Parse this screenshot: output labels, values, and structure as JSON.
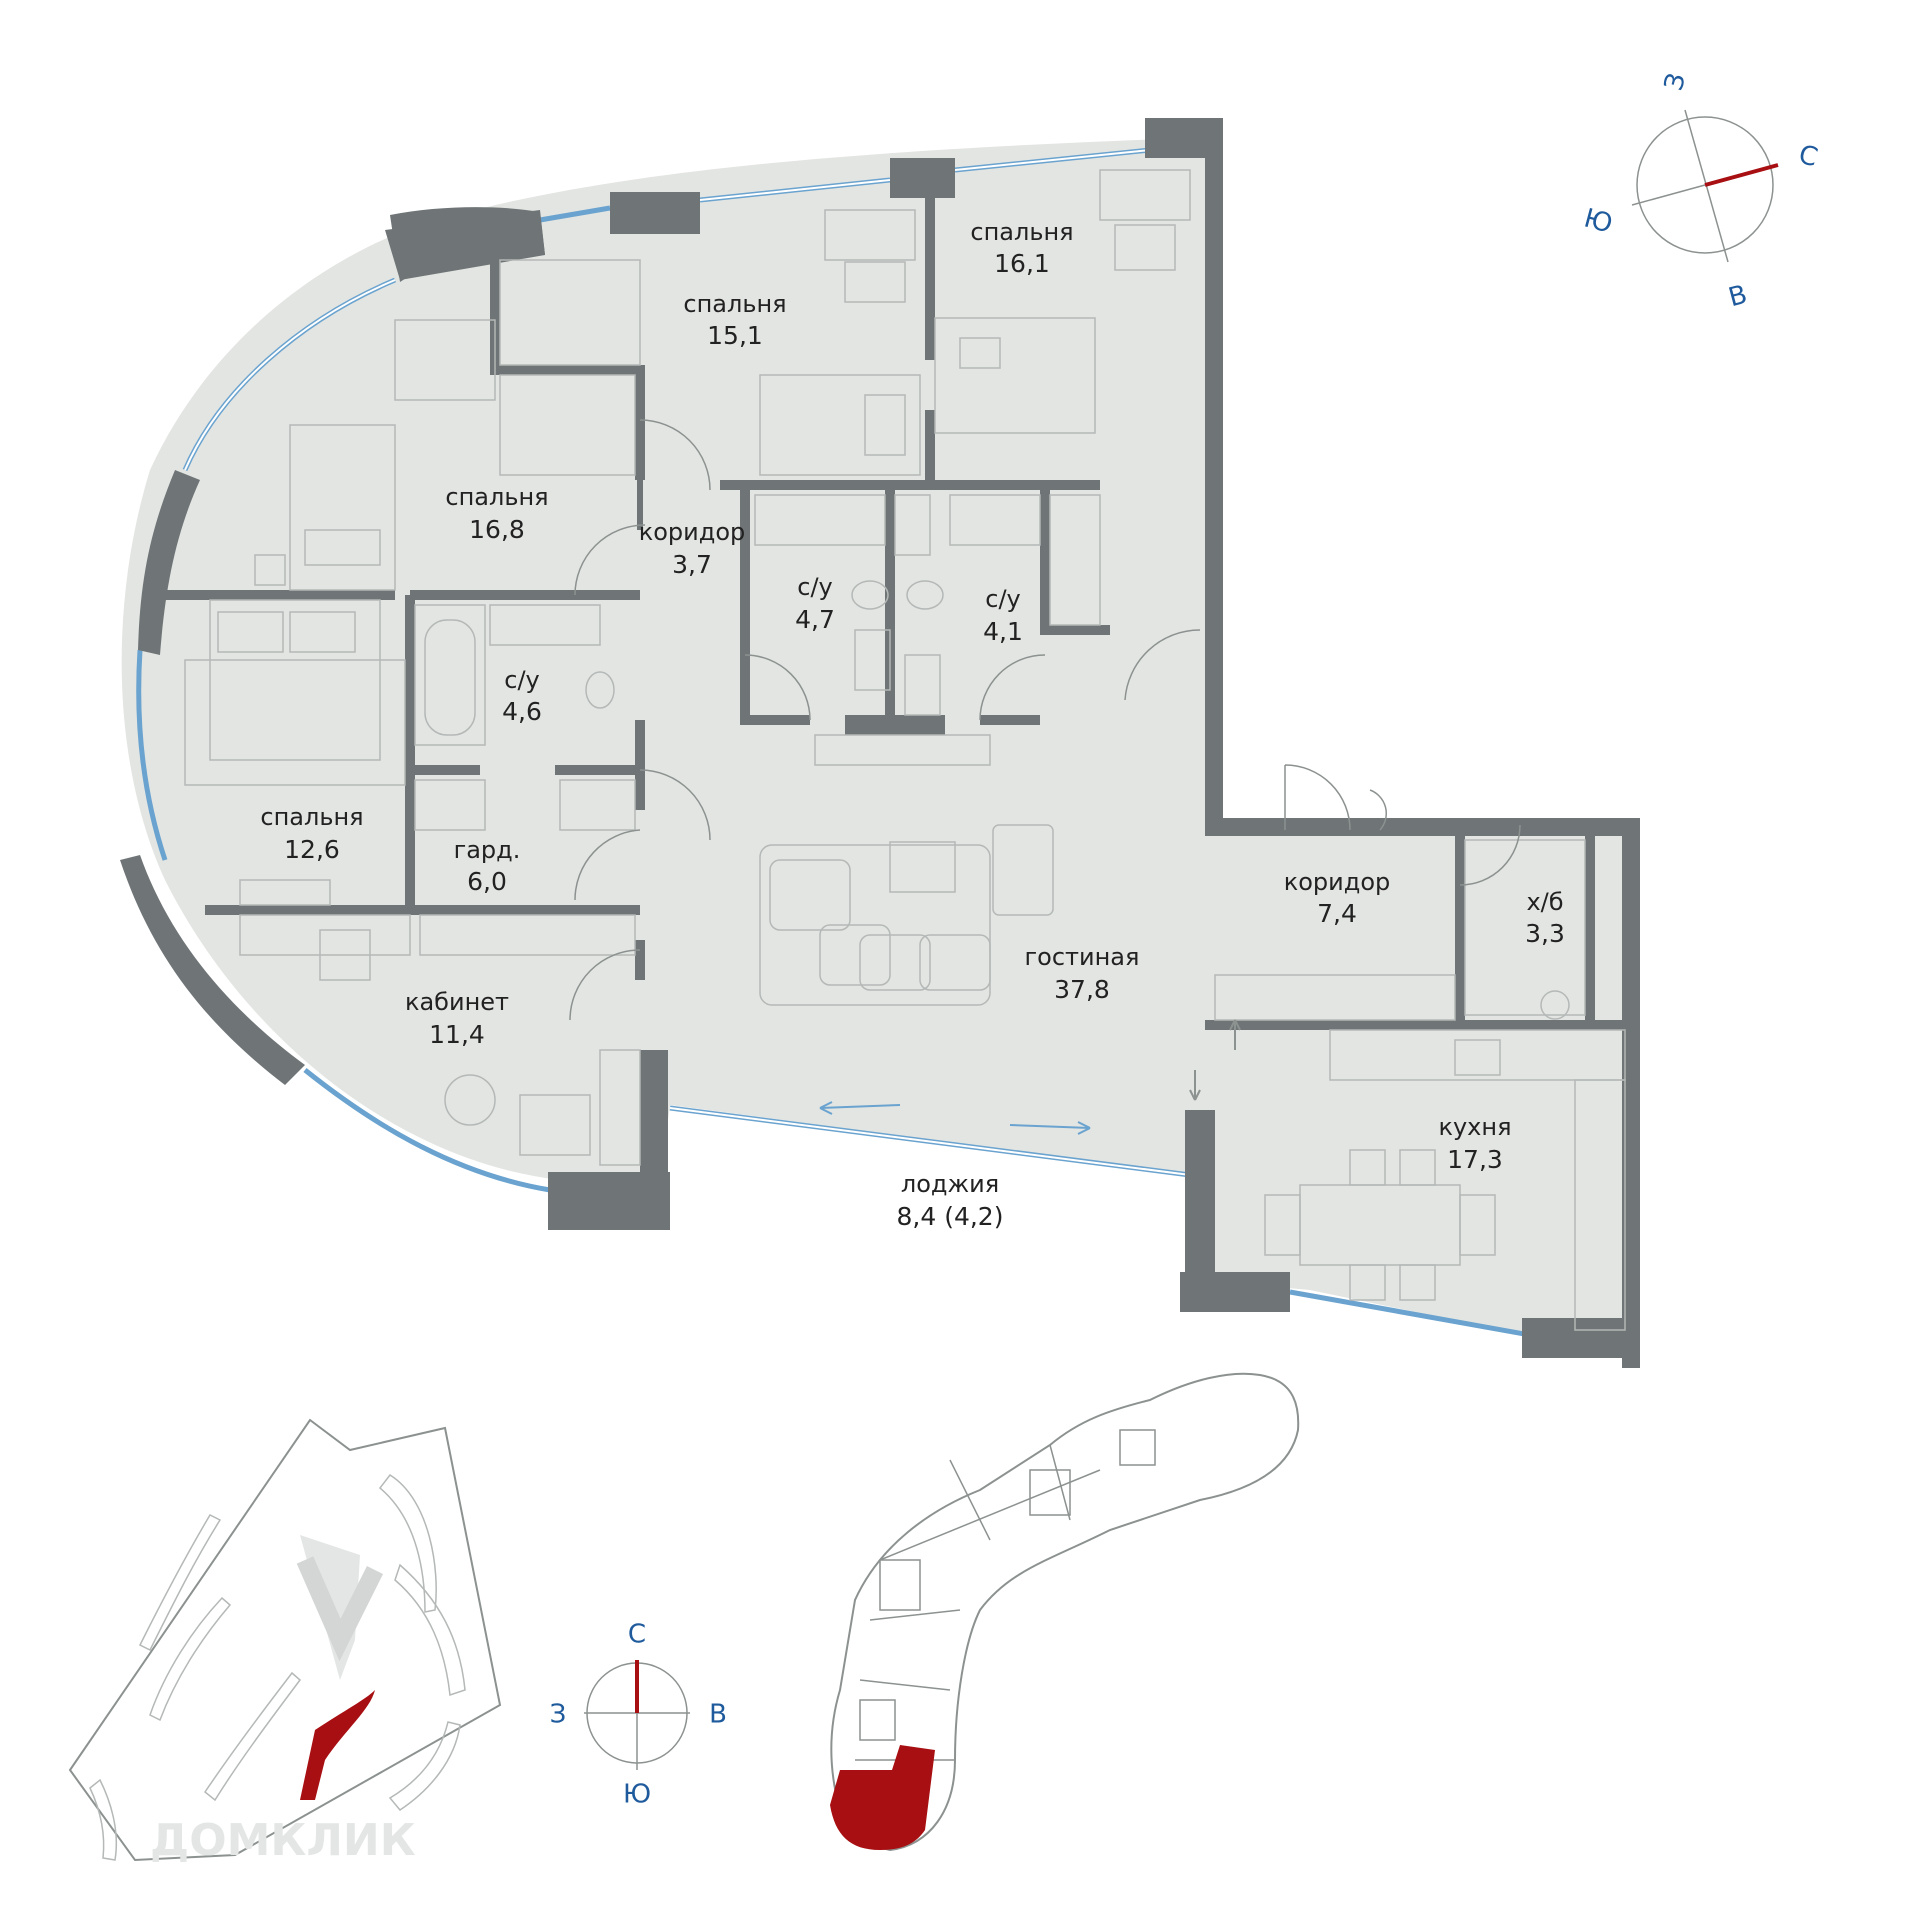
{
  "rooms": [
    {
      "id": "bedroom-16-1",
      "name": "спальня",
      "area": "16,1"
    },
    {
      "id": "bedroom-15-1",
      "name": "спальня",
      "area": "15,1"
    },
    {
      "id": "bedroom-16-8",
      "name": "спальня",
      "area": "16,8"
    },
    {
      "id": "corridor-3-7",
      "name": "коридор",
      "area": "3,7"
    },
    {
      "id": "bath-4-7",
      "name": "с/у",
      "area": "4,7"
    },
    {
      "id": "bath-4-1",
      "name": "с/у",
      "area": "4,1"
    },
    {
      "id": "bath-4-6",
      "name": "с/у",
      "area": "4,6"
    },
    {
      "id": "bedroom-12-6",
      "name": "спальня",
      "area": "12,6"
    },
    {
      "id": "wardrobe-6-0",
      "name": "гард.",
      "area": "6,0"
    },
    {
      "id": "corridor-7-4",
      "name": "коридор",
      "area": "7,4"
    },
    {
      "id": "storage-3-3",
      "name": "х/б",
      "area": "3,3"
    },
    {
      "id": "living-37-8",
      "name": "гостиная",
      "area": "37,8"
    },
    {
      "id": "study-11-4",
      "name": "кабинет",
      "area": "11,4"
    },
    {
      "id": "kitchen-17-3",
      "name": "кухня",
      "area": "17,3"
    },
    {
      "id": "loggia-8-4",
      "name": "лоджия",
      "area": "8,4 (4,2)"
    }
  ],
  "compass_top": {
    "n": "С",
    "s": "Ю",
    "e": "В",
    "w": "З"
  },
  "compass_bottom": {
    "n": "С",
    "s": "Ю",
    "e": "В",
    "w": "З"
  },
  "watermark": "ДОМКЛИК",
  "colors": {
    "wall": "#6f7577",
    "floor": "#e3e5e2",
    "highlight": "#a80f12",
    "compass_text": "#1e5a9c",
    "glass": "#6aa3cf"
  }
}
